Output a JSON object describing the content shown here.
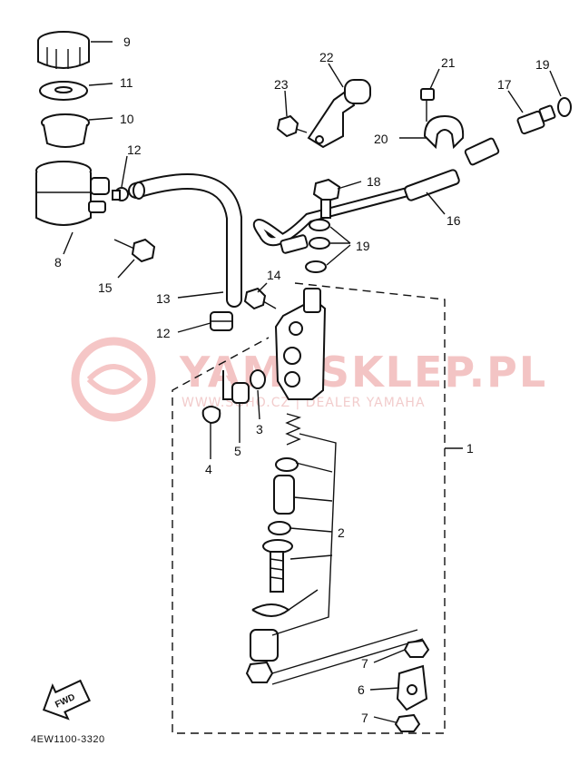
{
  "watermark": {
    "brand": "YAMASKLEP.PL",
    "tagline": "WWW.SOHO.CZ | DEALER YAMAHA"
  },
  "diagram_code": "4EW1100-3320",
  "fwd_label": "FWD",
  "callouts": [
    "9",
    "11",
    "10",
    "12",
    "8",
    "15",
    "13",
    "12",
    "14",
    "22",
    "23",
    "21",
    "19",
    "17",
    "20",
    "18",
    "16",
    "19",
    "3",
    "4",
    "5",
    "1",
    "2",
    "7",
    "6",
    "7"
  ]
}
